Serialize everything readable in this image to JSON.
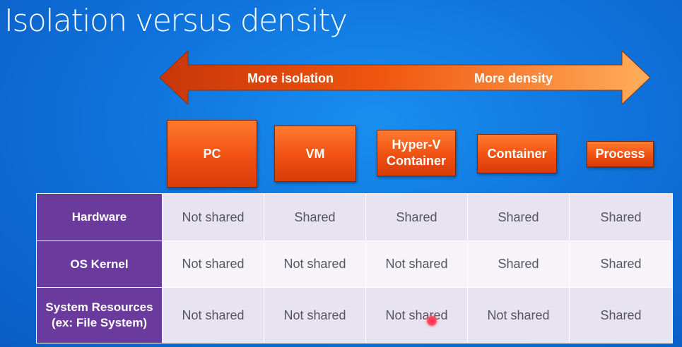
{
  "title": "Isolation versus density",
  "arrow": {
    "left_label": "More isolation",
    "right_label": "More density"
  },
  "columns": [
    "PC",
    "VM",
    "Hyper-V Container",
    "Container",
    "Process"
  ],
  "rows": [
    {
      "label": "Hardware",
      "cells": [
        "Not shared",
        "Shared",
        "Shared",
        "Shared",
        "Shared"
      ]
    },
    {
      "label": "OS Kernel",
      "cells": [
        "Not shared",
        "Not shared",
        "Not shared",
        "Shared",
        "Shared"
      ]
    },
    {
      "label": "System Resources (ex: File System)",
      "cells": [
        "Not shared",
        "Not shared",
        "Not shared",
        "Not shared",
        "Shared"
      ]
    }
  ],
  "colors": {
    "background": "#0f74dc",
    "orange": "#f05012",
    "row_header": "#6a3a9c",
    "band_a": "#e8e3f1",
    "band_b": "#f6f4f9"
  }
}
